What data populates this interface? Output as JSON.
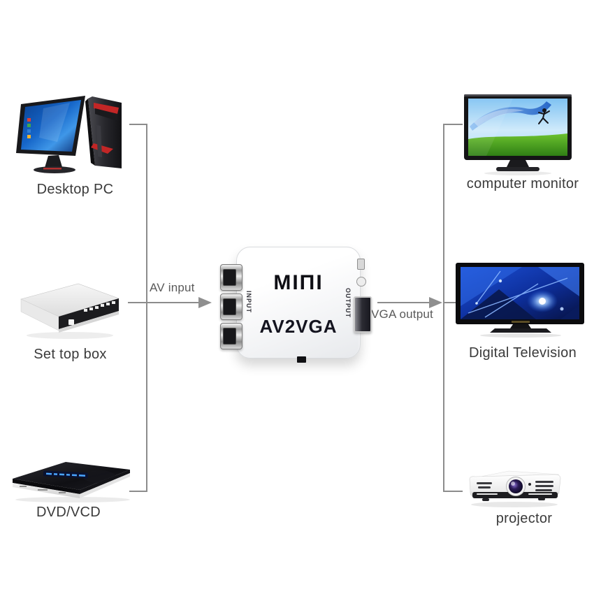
{
  "diagram": {
    "title": "AV2VGA converter connection diagram",
    "background": "#ffffff",
    "line_color": "#8c8c8c",
    "label_color": "#3a3a3a",
    "arrow_label_color": "#5a5a5a"
  },
  "inputs": [
    {
      "label": "Desktop PC"
    },
    {
      "label": "Set top box"
    },
    {
      "label": "DVD/VCD"
    }
  ],
  "outputs": [
    {
      "label": "computer monitor"
    },
    {
      "label": "Digital Television"
    },
    {
      "label": "projector"
    }
  ],
  "converter": {
    "brand": "MIΠI",
    "model": "AV2VGA",
    "input_side_label": "INPUT",
    "output_side_label": "OUTPUT"
  },
  "arrows": {
    "input_label": "AV input",
    "output_label": "VGA output"
  }
}
